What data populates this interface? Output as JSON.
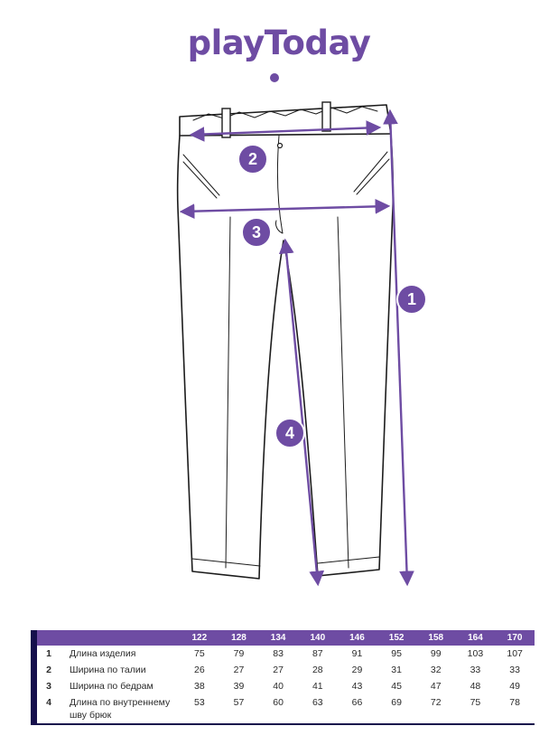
{
  "brand": {
    "logo_text": "playToday",
    "accent_color": "#6E4CA3"
  },
  "diagram": {
    "marker_labels": [
      "1",
      "2",
      "3",
      "4"
    ]
  },
  "chart_data": {
    "type": "table",
    "columns": [
      "122",
      "128",
      "134",
      "140",
      "146",
      "152",
      "158",
      "164",
      "170"
    ],
    "rows": [
      {
        "num": "1",
        "name": "Длина изделия",
        "values": [
          75,
          79,
          83,
          87,
          91,
          95,
          99,
          103,
          107
        ]
      },
      {
        "num": "2",
        "name": "Ширина по талии",
        "values": [
          26,
          27,
          27,
          28,
          29,
          31,
          32,
          33,
          33
        ]
      },
      {
        "num": "3",
        "name": "Ширина по бедрам",
        "values": [
          38,
          39,
          40,
          41,
          43,
          45,
          47,
          48,
          49
        ]
      },
      {
        "num": "4",
        "name": "Длина по внутреннему шву брюк",
        "values": [
          53,
          57,
          60,
          63,
          66,
          69,
          72,
          75,
          78
        ]
      }
    ]
  }
}
